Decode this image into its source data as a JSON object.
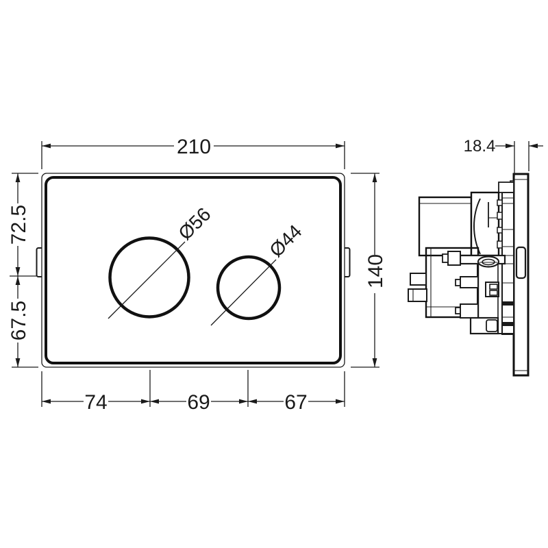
{
  "page": {
    "background": "#ffffff",
    "line_color": "#1a1a1a"
  },
  "front_view": {
    "name": "flush-plate-front-view",
    "dim_width": "210",
    "dim_height": "140",
    "dim_left_upper": "72.5",
    "dim_left_lower": "67.5",
    "dim_bottom": [
      "74",
      "69",
      "67"
    ],
    "label_large_button": "Ø56",
    "label_small_button": "Ø44"
  },
  "side_view": {
    "name": "flush-plate-side-view",
    "dim_depth": "18.4"
  }
}
